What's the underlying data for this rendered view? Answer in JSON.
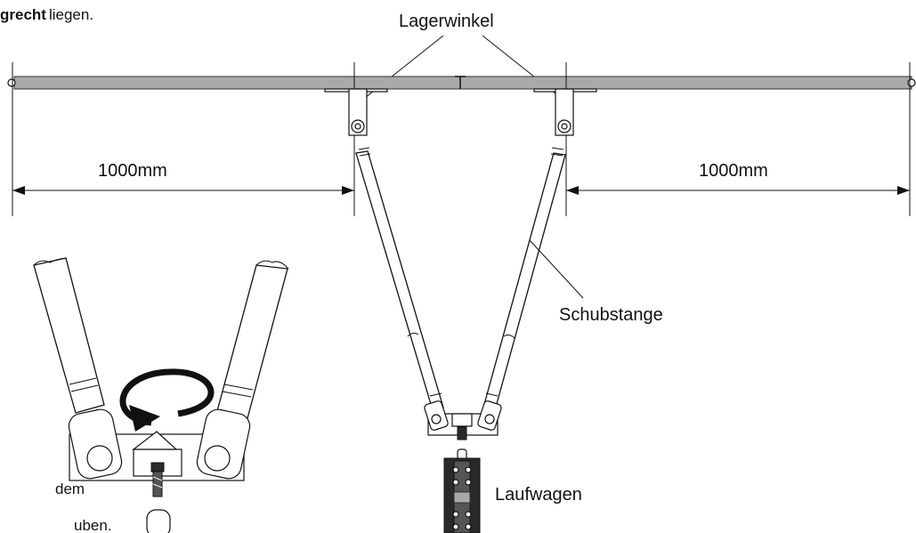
{
  "texts": {
    "instruction_bold": "grecht",
    "instruction_rest": "liegen.",
    "lagerwinkel": "Lagerwinkel",
    "dim_left": "1000mm",
    "dim_right": "1000mm",
    "schubstange": "Schubstange",
    "laufwagen": "Laufwagen",
    "side_note_line1": "dem",
    "side_note_line2": "uben."
  }
}
